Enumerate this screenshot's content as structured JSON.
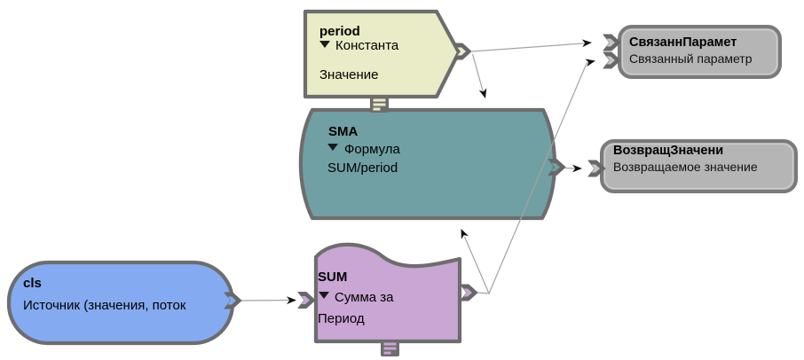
{
  "diagram": {
    "background": "#ffffff",
    "connector_color": "#a3a3a3",
    "border_color": "#6d6d6d",
    "nodes": {
      "period": {
        "title": "period",
        "type_label": "Константа",
        "pin_label": "Значение",
        "fill": "#e9ecc6"
      },
      "sma": {
        "title": "SMA",
        "type_label": "Формула",
        "formula": "SUM/period",
        "fill": "#70a0a3"
      },
      "sum": {
        "title": "SUM",
        "type_label": "Сумма за",
        "type_label_wrap": "Период",
        "fill": "#c9a6d3"
      },
      "cls": {
        "title": "cls",
        "subtitle": "Источник (значения, поток",
        "fill": "#84abf1"
      },
      "linked_param": {
        "title": "СвязаннПарамет",
        "subtitle": "Связанный параметр",
        "fill": "#b5b5b5"
      },
      "return_value": {
        "title": "ВозвращЗначени",
        "subtitle": "Возвращаемое значение",
        "fill": "#b5b5b5"
      }
    }
  }
}
